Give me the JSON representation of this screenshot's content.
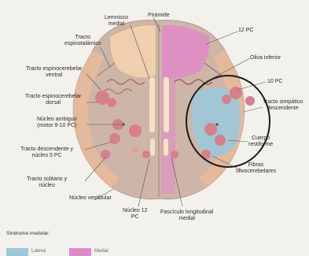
{
  "labels": {
    "lemnisco": "Lemnisco\nmedial",
    "piramide": "Pirámide",
    "pc12_top": "12 PC",
    "espinotalamico": "Tracto\nespinotalámico",
    "oliva": "Oliva inferior",
    "espinocerebelar_ventral": "Tracto espinocerebelar\nventral",
    "pc10": "10 PC",
    "espinocerebelar_dorsal": "Tracto espinocerebelar\ndorsal",
    "simpatico": "Tracto simpático\ndescendente",
    "ambiguo": "Núcleo ambiguo\n(motor 9-10 PC)",
    "cuerpo": "Cuerpo\nrestiforme",
    "descendente5": "Tracto descendente y\nnúcleo 5 PC",
    "fibras": "Fibras\nolivocerebelares",
    "solitario": "Tracto solitario y\nnúcleo",
    "vestibular": "Núcleo vestibular",
    "nucleo12": "Núcleo 12\nPC",
    "fasciculo": "Fascículo longitudinal\nmedial"
  },
  "legend": {
    "title": "Síndrome medular:",
    "lateral": "Lateral",
    "medial": "Medial"
  },
  "colors": {
    "background": "#f3f1ec",
    "tissue": "#cdb6a8",
    "tract": "#e7b99a",
    "pyramid_left": "#efcfae",
    "medial_syndrome": "#e08ac8",
    "lateral_syndrome": "#9cc8d8",
    "nucleus": "#d77f8b",
    "circle": "#1a1a1a"
  }
}
